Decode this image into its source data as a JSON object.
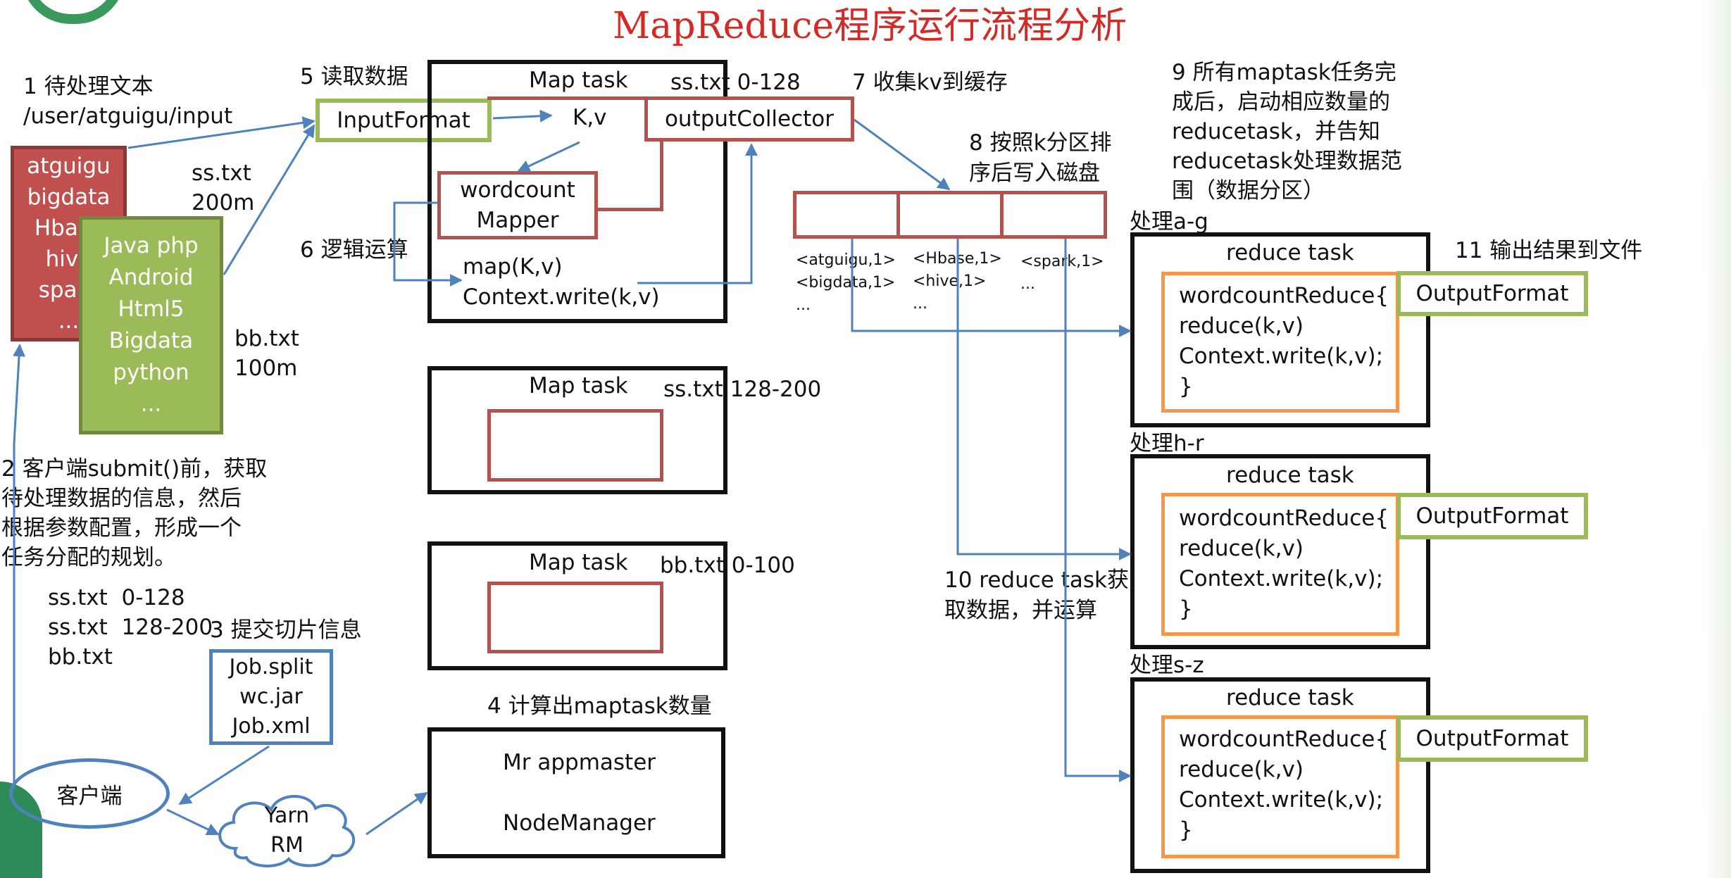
{
  "title": "MapReduce程序运行流程分析",
  "colors": {
    "title": "#d42a25",
    "arrow": "#4f81bd",
    "split_box": "#b5514e",
    "green": "#9bbb59",
    "orange": "#f79646",
    "file1_fill": "#c0504d",
    "file2_fill": "#9bbb59"
  },
  "steps": {
    "s1": "1 待处理文本\n/user/atguigu/input",
    "s2": "2 客户端submit()前，获取\n待处理数据的信息，然后\n根据参数配置，形成一个\n任务分配的规划。",
    "s3": "3 提交切片信息",
    "s4": "4 计算出maptask数量",
    "s5": "5 读取数据",
    "s6": "6 逻辑运算",
    "s7": "7 收集kv到缓存",
    "s8": "8 按照k分区排\n序后写入磁盘",
    "s9": "9 所有maptask任务完\n成后，启动相应数量的\nreducetask，并告知\nreducetask处理数据范\n围（数据分区）",
    "s10": "10 reduce task获\n取数据，并运算",
    "s11": "11 输出结果到文件"
  },
  "input_files": {
    "file1_content": "atguigu\nbigdata\nHbase\nhive\nspark\n...",
    "file1_name": "ss.txt\n200m",
    "file2_content": "Java php\nAndroid\nHtml5\nBigdata\npython\n...",
    "file2_name": "bb.txt\n100m"
  },
  "splits_list": "ss.txt  0-128\nss.txt  128-200\nbb.txt",
  "job_files": "Job.split\nwc.jar\nJob.xml",
  "client": "客户端",
  "yarn": "Yarn\nRM",
  "appmaster": {
    "line1": "Mr appmaster",
    "line2": "NodeManager"
  },
  "input_format": "InputFormat",
  "map_tasks": [
    {
      "title": "Map task",
      "split": "ss.txt 0-128"
    },
    {
      "title": "Map task",
      "split": "ss.txt 128-200"
    },
    {
      "title": "Map task",
      "split": "bb.txt 0-100"
    }
  ],
  "kv": "K,v",
  "output_collector": "outputCollector",
  "mapper": "wordcount\nMapper",
  "map_code": "map(K,v)\nContext.write(k,v)",
  "partitions": [
    {
      "entries": "<atguigu,1>\n<bigdata,1>\n..."
    },
    {
      "entries": "<Hbase,1>\n<hive,1>\n..."
    },
    {
      "entries": "<spark,1>\n..."
    }
  ],
  "reduce_tasks": [
    {
      "range": "处理a-g",
      "title": "reduce task",
      "code": "wordcountReduce{\nreduce(k,v)\nContext.write(k,v);\n}",
      "output": "OutputFormat"
    },
    {
      "range": "处理h-r",
      "title": "reduce task",
      "code": "wordcountReduce{\nreduce(k,v)\nContext.write(k,v);\n}",
      "output": "OutputFormat"
    },
    {
      "range": "处理s-z",
      "title": "reduce task",
      "code": "wordcountReduce{\nreduce(k,v)\nContext.write(k,v);\n}",
      "output": "OutputFormat"
    }
  ]
}
